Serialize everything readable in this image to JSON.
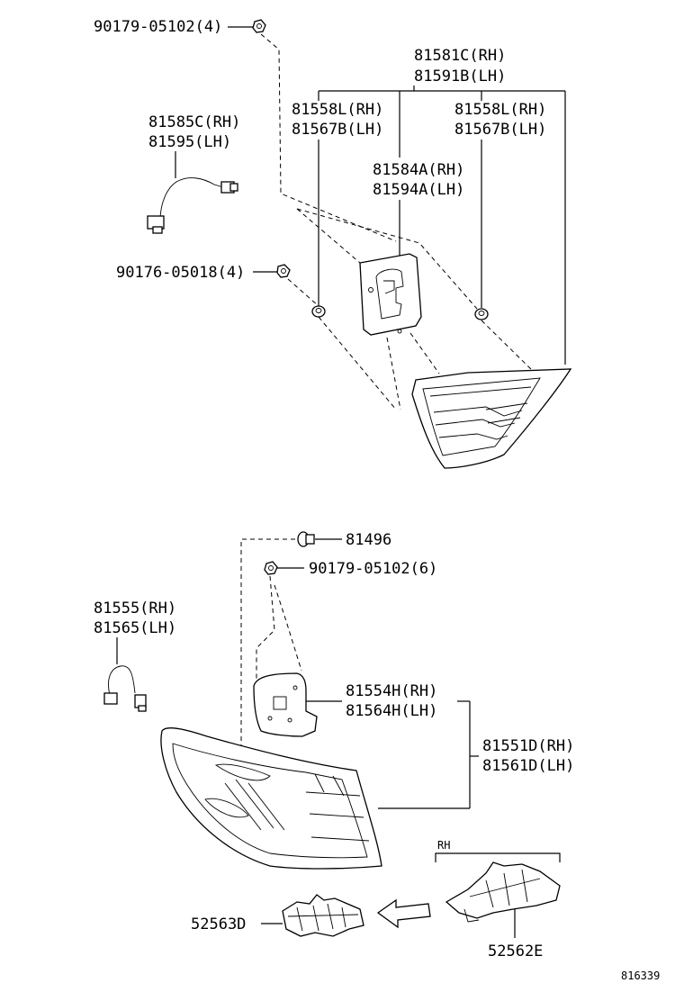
{
  "labels": {
    "p90179_top": "90179-05102(4)",
    "p81581": "81581C(RH)",
    "p81591": "81591B(LH)",
    "p81558_left": "81558L(RH)",
    "p81567_left": "81567B(LH)",
    "p81558_right": "81558L(RH)",
    "p81567_right": "81567B(LH)",
    "p81585": "81585C(RH)",
    "p81595": "81595(LH)",
    "p81584": "81584A(RH)",
    "p81594": "81594A(LH)",
    "p90176": "90176-05018(4)",
    "p81496": "81496",
    "p90179_bottom": "90179-05102(6)",
    "p81555": "81555(RH)",
    "p81565": "81565(LH)",
    "p81554": "81554H(RH)",
    "p81564": "81564H(LH)",
    "p81551": "81551D(RH)",
    "p81561": "81561D(LH)",
    "rh_marker": "RH",
    "p52563": "52563D",
    "p52562": "52562E",
    "diagram_id": "816339"
  }
}
